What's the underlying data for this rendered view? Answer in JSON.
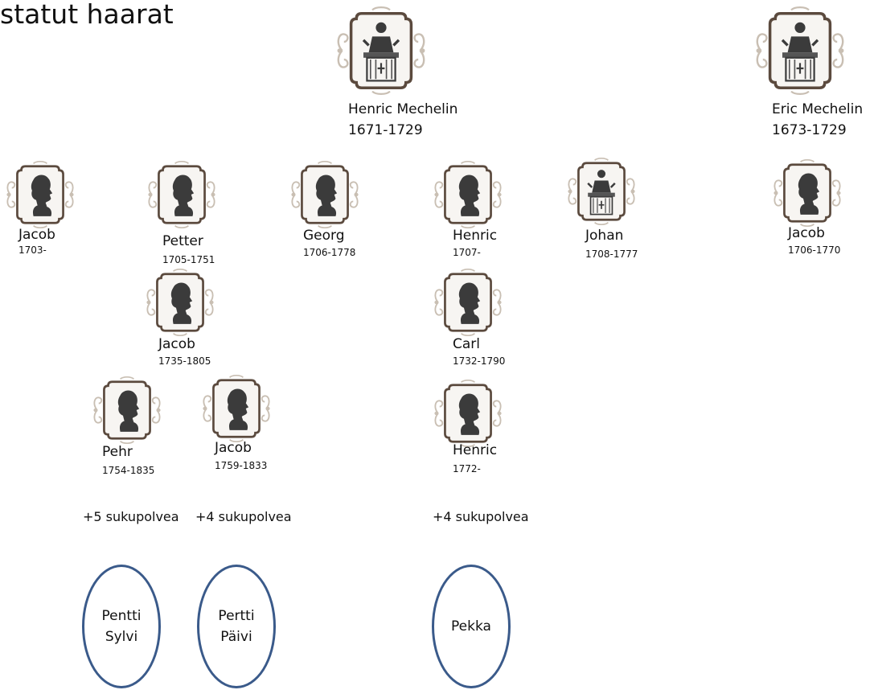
{
  "title": "statut haarat",
  "people": [
    {
      "id": "henric-1671",
      "name": "Henric Mechelin",
      "years": "1671-1729",
      "type": "priest"
    },
    {
      "id": "eric-1673",
      "name": "Eric Mechelin",
      "years": "1673-1729",
      "type": "priest"
    },
    {
      "id": "jacob-1703",
      "name": "Jacob",
      "years": "1703-",
      "type": "silhouette"
    },
    {
      "id": "petter-1705",
      "name": "Petter",
      "years": "1705-1751",
      "type": "silhouette"
    },
    {
      "id": "georg-1706",
      "name": "Georg",
      "years": "1706-1778",
      "type": "silhouette"
    },
    {
      "id": "henric-1707",
      "name": "Henric",
      "years": "1707-",
      "type": "silhouette"
    },
    {
      "id": "johan-1708",
      "name": "Johan",
      "years": "1708-1777",
      "type": "priest"
    },
    {
      "id": "jacob-1706",
      "name": "Jacob",
      "years": "1706-1770",
      "type": "silhouette"
    },
    {
      "id": "jacob-1735",
      "name": "Jacob",
      "years": "1735-1805",
      "type": "silhouette"
    },
    {
      "id": "carl-1732",
      "name": "Carl",
      "years": "1732-1790",
      "type": "silhouette"
    },
    {
      "id": "pehr-1754",
      "name": "Pehr",
      "years": "1754-1835",
      "type": "silhouette"
    },
    {
      "id": "jacob-1759",
      "name": "Jacob",
      "years": "1759-1833",
      "type": "silhouette"
    },
    {
      "id": "henric-1772",
      "name": "Henric",
      "years": "1772-",
      "type": "silhouette"
    }
  ],
  "generations": [
    "+5 sukupolvea",
    "+4 sukupolvea",
    "+4 sukupolvea"
  ],
  "descendants": [
    {
      "line1": "Pentti",
      "line2": "Sylvi"
    },
    {
      "line1": "Pertti",
      "line2": "Päivi"
    },
    {
      "line1": "Pekka",
      "line2": ""
    }
  ],
  "colors": {
    "frame": "#5b4a3e",
    "ornament": "#c9bfb3",
    "silhouette": "#3b3b3b",
    "oval": "#3a5a8a"
  }
}
